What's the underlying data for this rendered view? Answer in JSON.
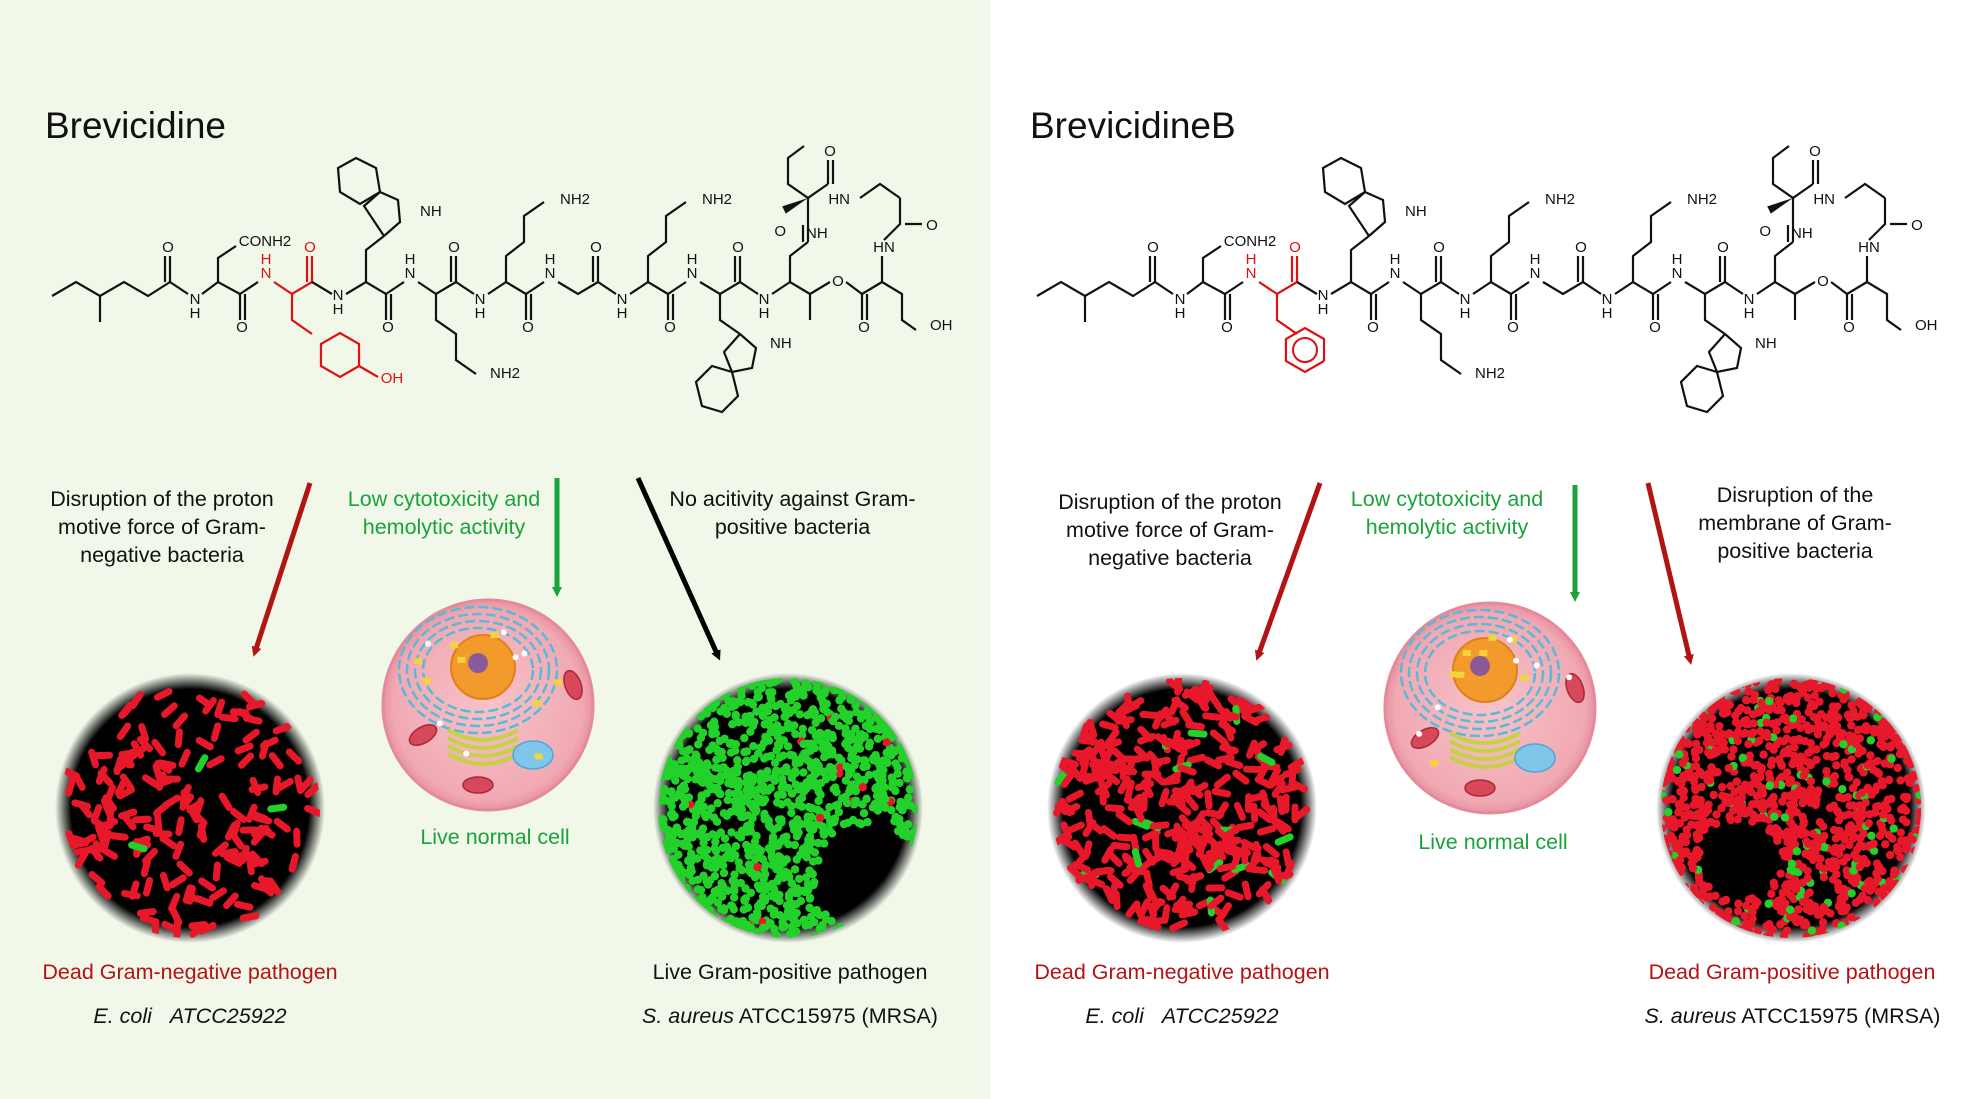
{
  "colors": {
    "left_panel_bg": "#f1f8ea",
    "red_arrow": "#b31313",
    "green_arrow": "#1aa33a",
    "black_arrow": "#000000",
    "highlight_residue": "#e01010",
    "dead_cell_red": "#e8182a",
    "live_cell_green": "#22d22a"
  },
  "left": {
    "title": "Brevicidine",
    "effect1": "Disruption of the proton motive force of Gram-negative bacteria",
    "effect2": "Low cytotoxicity and hemolytic activity",
    "effect3": "No acitivity against Gram-positive bacteria",
    "normal_cell": "Live normal cell",
    "pathogen1_status": "Dead Gram-negative pathogen",
    "pathogen1_species": "E. coli",
    "pathogen1_strain": "ATCC25922",
    "pathogen2_status": "Live Gram-positive pathogen",
    "pathogen2_species": "S. aureus",
    "pathogen2_strain": "ATCC15975 (MRSA)"
  },
  "right": {
    "title": "BrevicidineB",
    "effect1": "Disruption of the proton motive force of Gram-negative bacteria",
    "effect2": "Low cytotoxicity and hemolytic activity",
    "effect3": "Disruption of the membrane of Gram-positive bacteria",
    "normal_cell": "Live normal cell",
    "pathogen1_status": "Dead Gram-negative pathogen",
    "pathogen1_species": "E. coli",
    "pathogen1_strain": "ATCC25922",
    "pathogen2_status": "Dead Gram-positive pathogen",
    "pathogen2_species": "S. aureus",
    "pathogen2_strain": "ATCC15975 (MRSA)"
  },
  "atoms": {
    "conh2": "CONH2",
    "nh2": "NH2",
    "nh": "NH",
    "hn": "HN",
    "n": "N",
    "h": "H",
    "o": "O",
    "oh": "OH"
  }
}
